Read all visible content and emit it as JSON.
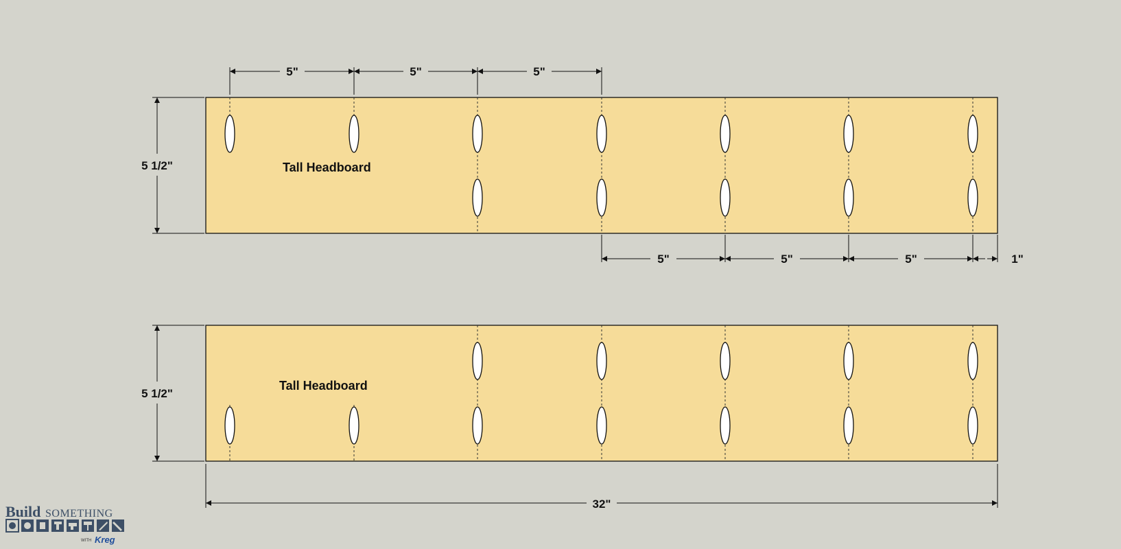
{
  "colors": {
    "background": "#d4d4cc",
    "board": "#f6dc99",
    "outline": "#111111",
    "hole": "#ffffff",
    "logo_blue": "#3d4f66",
    "kreg_blue": "#1f4e9c"
  },
  "boards": [
    {
      "label": "Tall Headboard",
      "height_label": "5 1/2\"",
      "top_spacing_labels": [
        "5\"",
        "5\"",
        "5\""
      ],
      "bottom_spacing_labels": [
        "5\"",
        "5\"",
        "5\"",
        "1\""
      ]
    },
    {
      "label": "Tall Headboard",
      "height_label": "5 1/2\"",
      "width_label": "32\""
    }
  ],
  "logo": {
    "build": "Build",
    "something": "SOMETHING",
    "with": "WITH",
    "brand": "Kreg"
  }
}
